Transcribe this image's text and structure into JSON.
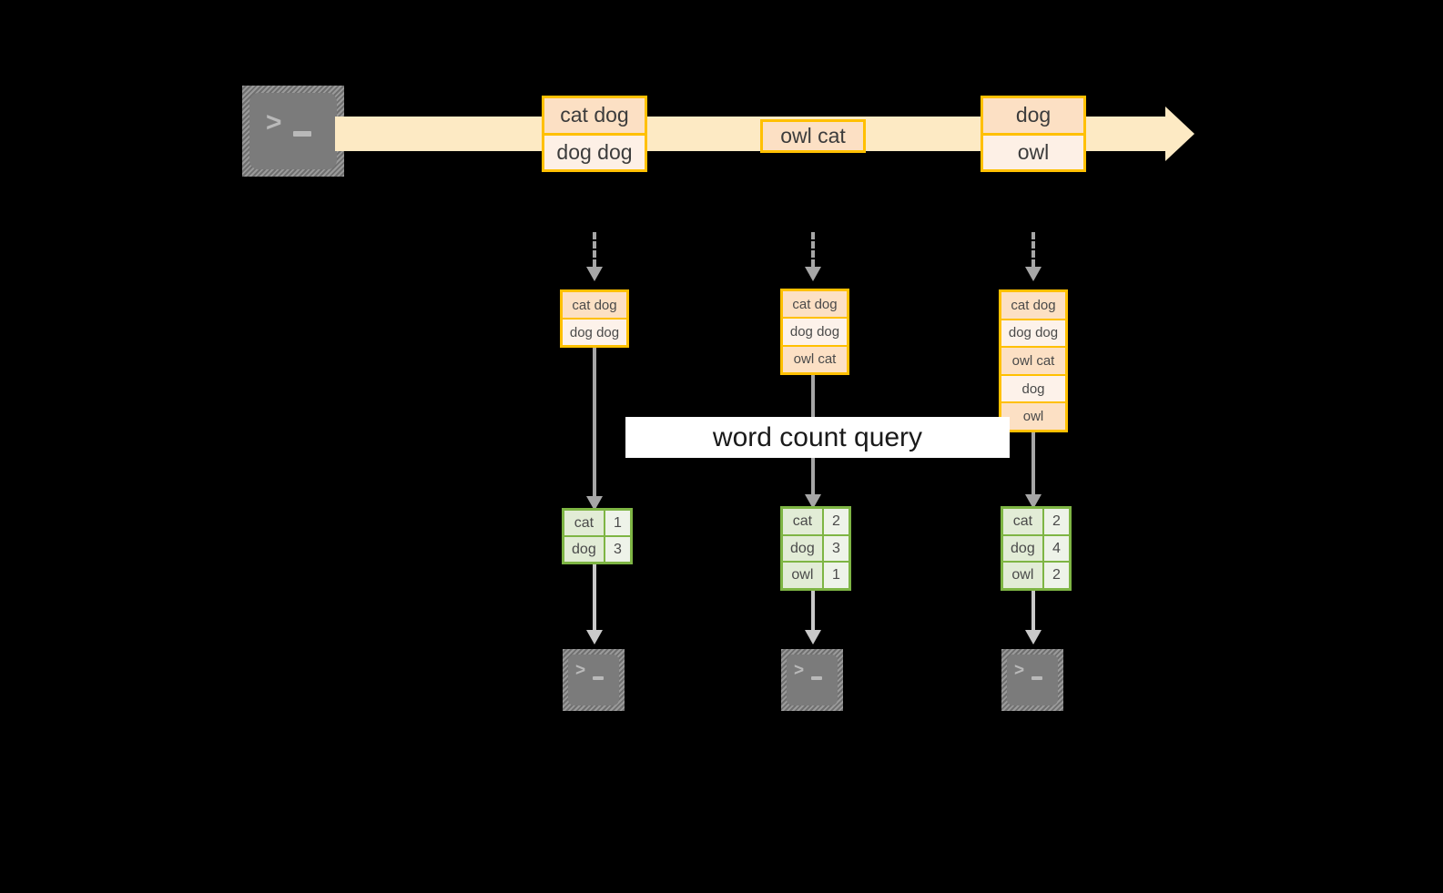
{
  "diagram": {
    "title_label": "word count query",
    "colors": {
      "background": "#000000",
      "record_border": "#ffc000",
      "record_fill_dark": "#fce0c4",
      "record_fill_light": "#fdf0e6",
      "timeline_arrow": "#fdeac4",
      "result_border": "#7eb544",
      "result_key_fill": "#e2ecd6",
      "result_value_fill": "#eef3e9",
      "connector": "#a6a6a6",
      "terminal_fill": "#7b7b7b",
      "band_fill": "#ffffff"
    },
    "source_terminal": {
      "icon": "terminal-prompt-icon",
      "glyph": ">_"
    },
    "timeline": {
      "icon": "right-arrow-icon",
      "records": [
        {
          "id": "record-1",
          "lines": [
            "cat dog",
            "dog dog"
          ]
        },
        {
          "id": "record-2",
          "lines": [
            "owl cat"
          ]
        },
        {
          "id": "record-3",
          "lines": [
            "dog",
            "owl"
          ]
        }
      ]
    },
    "snapshots": [
      {
        "id": "snapshot-1",
        "rows": [
          "cat dog",
          "dog dog"
        ]
      },
      {
        "id": "snapshot-2",
        "rows": [
          "cat dog",
          "dog dog",
          "owl cat"
        ]
      },
      {
        "id": "snapshot-3",
        "rows": [
          "cat dog",
          "dog dog",
          "owl cat",
          "dog",
          "owl"
        ]
      }
    ],
    "results": [
      {
        "id": "result-1",
        "rows": [
          {
            "word": "cat",
            "count": "1"
          },
          {
            "word": "dog",
            "count": "3"
          }
        ]
      },
      {
        "id": "result-2",
        "rows": [
          {
            "word": "cat",
            "count": "2"
          },
          {
            "word": "dog",
            "count": "3"
          },
          {
            "word": "owl",
            "count": "1"
          }
        ]
      },
      {
        "id": "result-3",
        "rows": [
          {
            "word": "cat",
            "count": "2"
          },
          {
            "word": "dog",
            "count": "4"
          },
          {
            "word": "owl",
            "count": "2"
          }
        ]
      }
    ],
    "sink_terminals": [
      {
        "id": "sink-1",
        "icon": "terminal-prompt-icon",
        "glyph": ">_"
      },
      {
        "id": "sink-2",
        "icon": "terminal-prompt-icon",
        "glyph": ">_"
      },
      {
        "id": "sink-3",
        "icon": "terminal-prompt-icon",
        "glyph": ">_"
      }
    ]
  }
}
